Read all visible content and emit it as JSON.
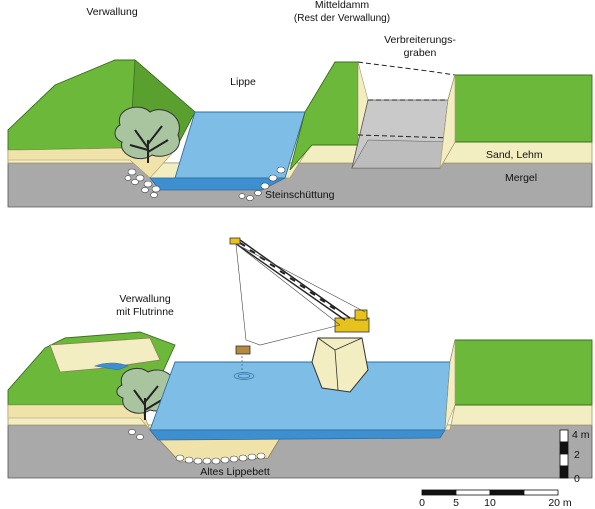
{
  "labels": {
    "verwallung_top": "Verwallung",
    "mitteldamm_1": "Mitteldamm",
    "mitteldamm_2": "(Rest der Verwallung)",
    "verbreiterungsgraben_1": "Verbreiterungs-",
    "verbreiterungsgraben_2": "graben",
    "lippe": "Lippe",
    "sand_lehm": "Sand, Lehm",
    "mergel": "Mergel",
    "steinschuettung": "Steinschüttung",
    "verwallung_flut_1": "Verwallung",
    "verwallung_flut_2": "mit Flutrinne",
    "altes_lippebett": "Altes Lippebett"
  },
  "vertical_scale": {
    "unit": "m",
    "ticks": [
      "4",
      "2",
      "0"
    ],
    "unit_label": "4 m"
  },
  "horizontal_scale": {
    "unit": "m",
    "ticks": [
      "0",
      "5",
      "10",
      "20 m"
    ]
  },
  "colors": {
    "grass": "#6cb83a",
    "grass_dark": "#4f8f2a",
    "sand": "#f3edc2",
    "sand_edge": "#c9b98a",
    "mergel": "#a9a9a9",
    "water": "#7dbde6",
    "water_dark": "#3e8fcf",
    "crane": "#e8c21c"
  }
}
